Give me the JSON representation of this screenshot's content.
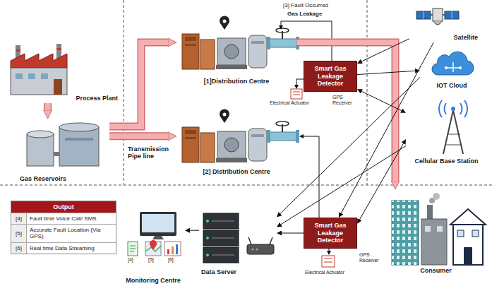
{
  "diagram": {
    "nodes": [
      {
        "text": [
          "Process Plant"
        ]
      },
      {
        "text": [
          "Gas Reservoirs"
        ]
      },
      {
        "text": [
          "[1]Distribution Centre"
        ]
      },
      {
        "text": [
          "[2] Distribution Centre"
        ]
      },
      {
        "text": [
          "Smart Gas Leakage Detector"
        ]
      },
      {
        "text": [
          "Smart Gas Leakage Detector"
        ]
      },
      {
        "text": [
          "Satellite"
        ]
      },
      {
        "text": [
          "IOT Cloud"
        ]
      },
      {
        "text": [
          "Cellular Base Station"
        ]
      },
      {
        "text": [
          "Consumer"
        ]
      },
      {
        "text": [
          "Output",
          "[4]",
          "Fault time Voice Call/ SMS",
          "[5]",
          "Accurate Fault Location (Via GPS)",
          "[6]",
          "Real time Data Streaming"
        ]
      },
      {
        "text": [
          "Monitoring Centre"
        ]
      },
      {
        "text": [
          "Data Server"
        ]
      }
    ],
    "edges": [
      {
        "from": 0,
        "to": 1,
        "arrow": "to"
      },
      {
        "from": 1,
        "to": 2,
        "arrow": "to"
      },
      {
        "from": 1,
        "to": 3,
        "arrow": "to"
      },
      {
        "from": 2,
        "to": 9,
        "arrow": "to"
      },
      {
        "from": 6,
        "to": 4,
        "arrow": "to"
      },
      {
        "from": 6,
        "to": 5,
        "arrow": "to"
      },
      {
        "from": 4,
        "to": 7,
        "arrow": "to"
      },
      {
        "from": 4,
        "to": 8,
        "arrow": "both"
      },
      {
        "from": 5,
        "to": 8,
        "arrow": "both"
      },
      {
        "from": 8,
        "to": 12,
        "arrow": "to"
      },
      {
        "from": 7,
        "to": 12,
        "arrow": "to"
      },
      {
        "from": 5,
        "to": 12,
        "arrow": "to"
      },
      {
        "from": 12,
        "to": 11,
        "arrow": "to"
      }
    ],
    "labels": [
      "Transmission Pipe line",
      "[3] Fault Occurred",
      "Gas Leakage",
      "GPS Receiver",
      "Electrical Actuator",
      "GPS Receiver",
      "Electrical Actuator",
      "[4]",
      "[5]",
      "[6]"
    ]
  }
}
